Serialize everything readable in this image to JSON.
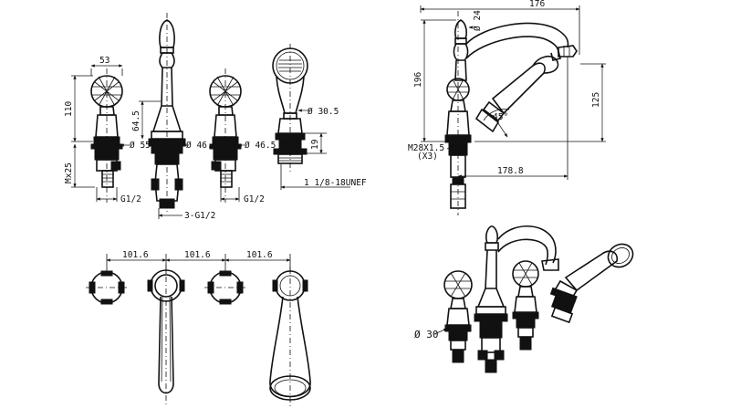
{
  "front_view": {
    "dim_knob_width": "53",
    "dim_handle_height": "110",
    "dim_shank": "Mx25",
    "dim_spout_neck": "64.5",
    "dim_base_left": "Ø 55",
    "dim_base_spout": "Ø 46.5",
    "dim_base_right": "Ø 46.5",
    "dim_shower_dia": "Ø 30.5",
    "dim_shower_base": "19",
    "dim_thread_left": "G1/2",
    "dim_thread_right": "G1/2",
    "dim_thread_center": "3-G1/2",
    "dim_hose_thread": "1 1/8-18UNEF"
  },
  "side_view": {
    "dim_overall_width": "176",
    "dim_collar": "Ø 24",
    "dim_total_height": "196",
    "dim_spout_height": "125",
    "dim_angle": "45°",
    "dim_nut": "M28X1.5",
    "dim_nut_qty": "(X3)",
    "dim_reach": "178.8"
  },
  "plan_view": {
    "spacing_1": "101.6",
    "spacing_2": "101.6",
    "spacing_3": "101.6"
  },
  "iso_view": {
    "dim_hole": "Ø 30"
  }
}
